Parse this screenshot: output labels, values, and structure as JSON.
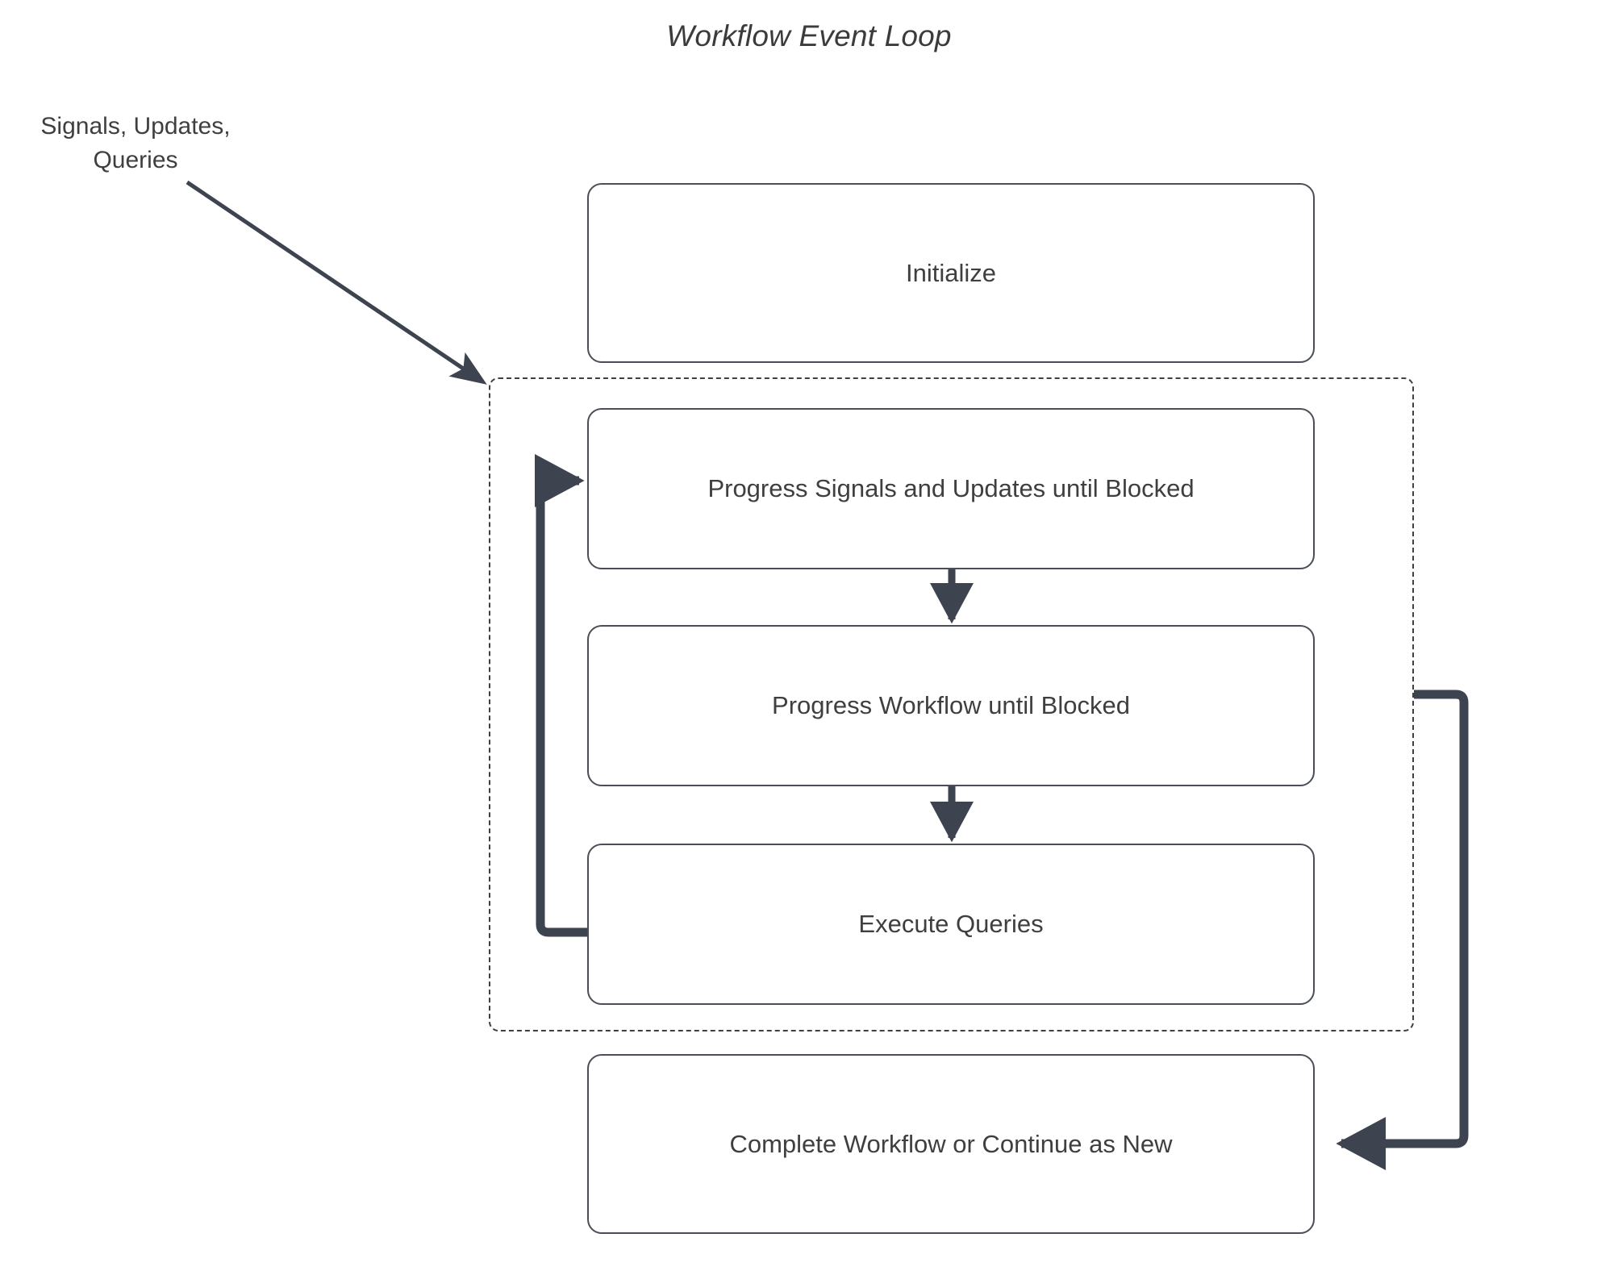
{
  "diagram": {
    "title": "Workflow Event Loop",
    "background_color": "#ffffff",
    "node_border_color": "#4a4f57",
    "edge_color": "#3d4450",
    "text_color": "#3f3f3f",
    "external_label": "Signals, Updates, Queries",
    "external_label_line1": "Signals, Updates,",
    "external_label_line2": "Queries",
    "loop_container": {
      "name": "event-loop-group",
      "style": "dashed",
      "label": ""
    },
    "nodes": [
      {
        "id": "initialize",
        "label": "Initialize"
      },
      {
        "id": "progress-signals-updates",
        "label": "Progress Signals and Updates until Blocked"
      },
      {
        "id": "progress-workflow",
        "label": "Progress Workflow until Blocked"
      },
      {
        "id": "execute-queries",
        "label": "Execute Queries"
      },
      {
        "id": "complete-workflow",
        "label": "Complete Workflow or Continue as New"
      }
    ],
    "edges": [
      {
        "id": "signals-to-loop",
        "from": "Signals, Updates, Queries",
        "to": "event-loop-group",
        "label": "",
        "style": "thin-arrow"
      },
      {
        "id": "su-to-wf",
        "from": "Progress Signals and Updates until Blocked",
        "to": "Progress Workflow until Blocked",
        "label": "",
        "style": "arrow-down"
      },
      {
        "id": "wf-to-eq",
        "from": "Progress Workflow until Blocked",
        "to": "Execute Queries",
        "label": "",
        "style": "arrow-down"
      },
      {
        "id": "eq-loop-back",
        "from": "Execute Queries",
        "to": "Progress Signals and Updates until Blocked",
        "label": "",
        "style": "thick-loop"
      },
      {
        "id": "loop-to-complete",
        "from": "event-loop-group",
        "to": "Complete Workflow or Continue as New",
        "label": "",
        "style": "thick-loop"
      }
    ]
  }
}
